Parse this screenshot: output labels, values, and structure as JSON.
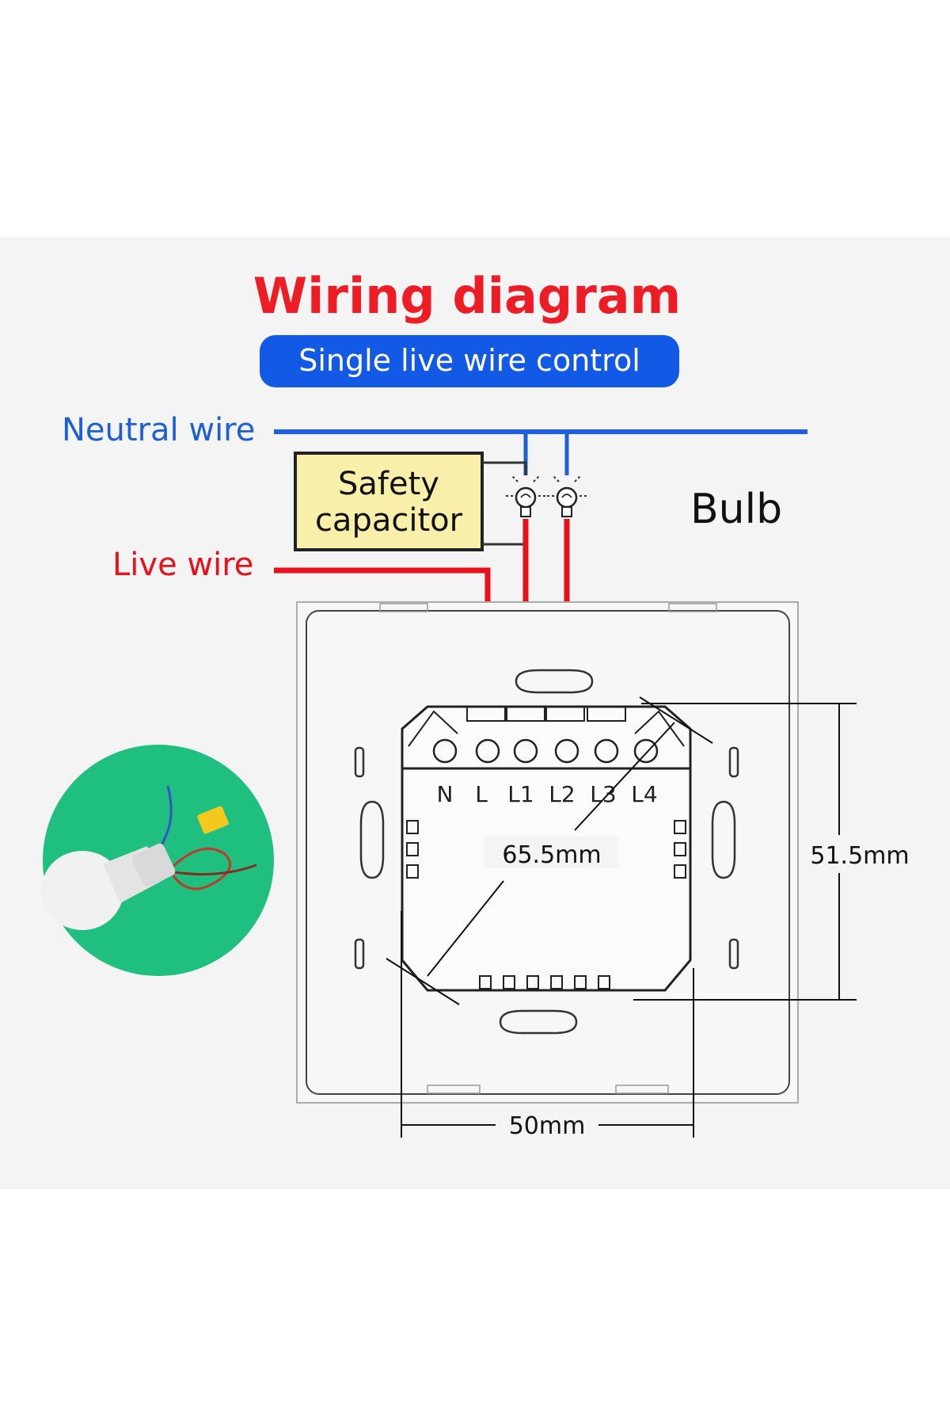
{
  "title": "Wiring diagram",
  "subtitle": "Single live wire control",
  "labels": {
    "neutral_wire": "Neutral wire",
    "live_wire": "Live wire",
    "capacitor_line1": "Safety",
    "capacitor_line2": "capacitor",
    "bulb": "Bulb"
  },
  "terminals": [
    "N",
    "L",
    "L1",
    "L2",
    "L3",
    "L4"
  ],
  "dimensions": {
    "diagonal": "65.5mm",
    "height": "51.5mm",
    "width": "50mm"
  },
  "colors": {
    "title": "#ee1c25",
    "subtitle_bg": "#1259e6",
    "neutral": "#1d5fd6",
    "live": "#e8101a",
    "capacitor_fill": "#f7efaa",
    "inset_bg": "#1fc07f"
  }
}
